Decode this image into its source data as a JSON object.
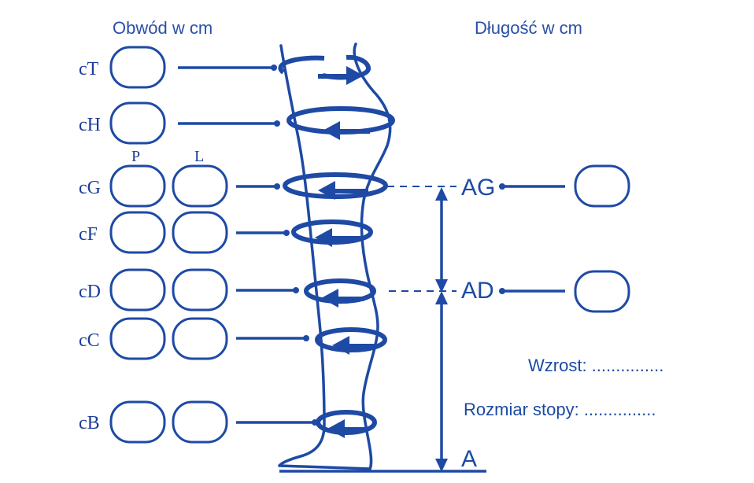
{
  "headings": {
    "circumference": "Obwód w cm",
    "length": "Długość w cm"
  },
  "side_labels": {
    "right": "P",
    "left": "L"
  },
  "circumference_points": [
    {
      "code": "cT"
    },
    {
      "code": "cH"
    },
    {
      "code": "cG"
    },
    {
      "code": "cF"
    },
    {
      "code": "cD"
    },
    {
      "code": "cC"
    },
    {
      "code": "cB"
    }
  ],
  "length_points": [
    {
      "code": "AG"
    },
    {
      "code": "AD"
    },
    {
      "code": "A"
    }
  ],
  "fields": {
    "height": "Wzrost: ...............",
    "foot_size": "Rozmiar stopy: ..............."
  },
  "colors": {
    "line": "#1e4aa5",
    "text": "#1b3c9a",
    "background": "#ffffff"
  }
}
